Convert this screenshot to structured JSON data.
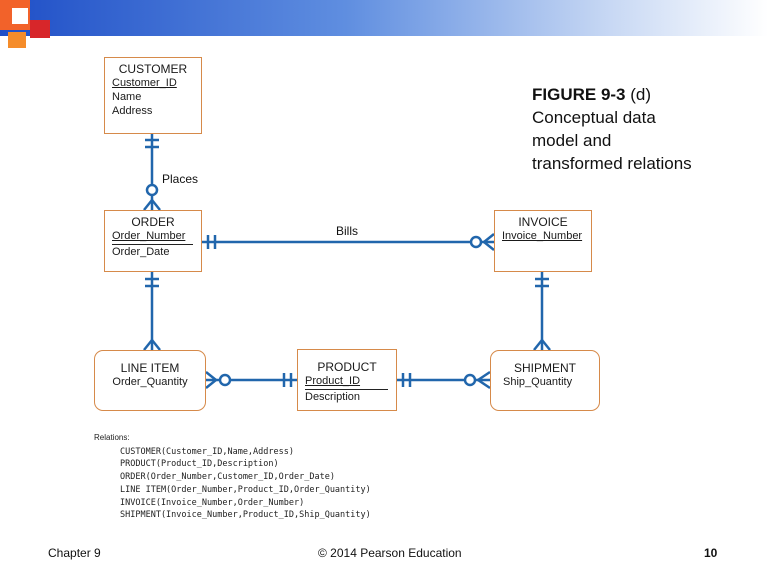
{
  "figure": {
    "label": "FIGURE 9-3",
    "suffix": " (d)",
    "lines": [
      "Conceptual data",
      "model and",
      "transformed relations"
    ]
  },
  "entities": {
    "customer": {
      "title": "CUSTOMER",
      "attrs": [
        "Customer_ID",
        "Name",
        "Address"
      ]
    },
    "order": {
      "title": "ORDER",
      "attrs": [
        "Order_Number",
        "Order_Date"
      ]
    },
    "invoice": {
      "title": "INVOICE",
      "attrs": [
        "Invoice_Number"
      ]
    },
    "line_item": {
      "title": "LINE ITEM",
      "attrs": [
        "Order_Quantity"
      ]
    },
    "product": {
      "title": "PRODUCT",
      "attrs": [
        "Product_ID",
        "Description"
      ]
    },
    "shipment": {
      "title": "SHIPMENT",
      "attrs": [
        "Ship_Quantity"
      ]
    }
  },
  "relationships": {
    "places": "Places",
    "bills": "Bills"
  },
  "relations": {
    "heading": "Relations:",
    "rows": [
      "CUSTOMER(Customer_ID,Name,Address)",
      "PRODUCT(Product_ID,Description)",
      "ORDER(Order_Number,Customer_ID,Order_Date)",
      "LINE ITEM(Order_Number,Product_ID,Order_Quantity)",
      "INVOICE(Invoice_Number,Order_Number)",
      "SHIPMENT(Invoice_Number,Product_ID,Ship_Quantity)"
    ]
  },
  "footer": {
    "chapter": "Chapter 9",
    "copyright": "© 2014 Pearson Education",
    "page": "10"
  },
  "colors": {
    "line": "#2166ac",
    "entity_border": "#d68a4a",
    "title_bar": "#1f4fc7"
  }
}
